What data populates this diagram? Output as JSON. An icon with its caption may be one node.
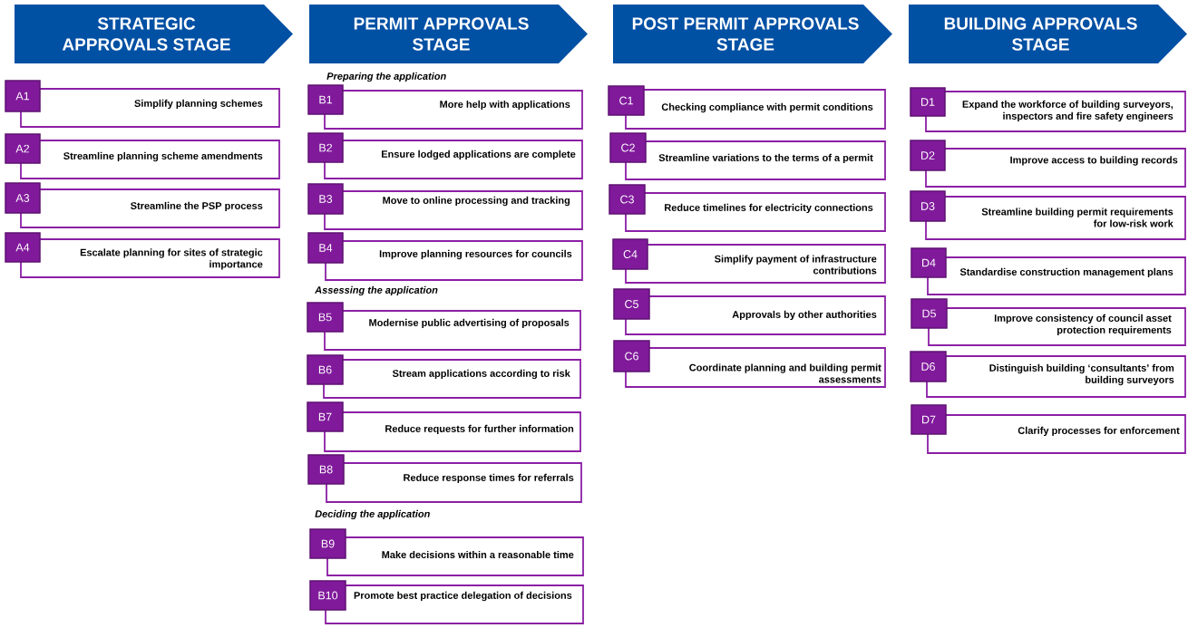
{
  "diagram": {
    "nodes": [
      {
        "text": [
          "STRATEGIC APPROVALS STAGE"
        ]
      },
      {
        "text": [
          "A1"
        ]
      },
      {
        "text": [
          "Simplify planning schemes"
        ]
      },
      {
        "text": [
          "A2"
        ]
      },
      {
        "text": [
          "Streamline planning scheme amendments"
        ]
      },
      {
        "text": [
          "A3"
        ]
      },
      {
        "text": [
          "Streamline the PSP process"
        ]
      },
      {
        "text": [
          "A4"
        ]
      },
      {
        "text": [
          "Escalate planning for sites of strategic importance"
        ]
      },
      {
        "text": [
          "PERMIT APPROVALS STAGE"
        ]
      },
      {
        "text": [
          "B1"
        ]
      },
      {
        "text": [
          "More help with applications"
        ]
      },
      {
        "text": [
          "B2"
        ]
      },
      {
        "text": [
          "Ensure lodged applications are complete"
        ]
      },
      {
        "text": [
          "B3"
        ]
      },
      {
        "text": [
          "Move to online processing and tracking"
        ]
      },
      {
        "text": [
          "B4"
        ]
      },
      {
        "text": [
          "Improve planning resources for councils"
        ]
      },
      {
        "text": [
          "B5"
        ]
      },
      {
        "text": [
          "Modernise public advertising of proposals"
        ]
      },
      {
        "text": [
          "B6"
        ]
      },
      {
        "text": [
          "Stream applications according to risk"
        ]
      },
      {
        "text": [
          "B7"
        ]
      },
      {
        "text": [
          "Reduce requests for further information"
        ]
      },
      {
        "text": [
          "B8"
        ]
      },
      {
        "text": [
          "Reduce response times for referrals"
        ]
      },
      {
        "text": [
          "B9"
        ]
      },
      {
        "text": [
          "Make decisions within a reasonable time"
        ]
      },
      {
        "text": [
          "B10"
        ]
      },
      {
        "text": [
          "Promote best practice delegation of decisions"
        ]
      },
      {
        "text": [
          "POST PERMIT APPROVALS STAGE"
        ]
      },
      {
        "text": [
          "C1"
        ]
      },
      {
        "text": [
          "Checking compliance with permit conditions"
        ]
      },
      {
        "text": [
          "C2"
        ]
      },
      {
        "text": [
          "Streamline variations to the terms of a permit"
        ]
      },
      {
        "text": [
          "C3"
        ]
      },
      {
        "text": [
          "Reduce timelines for electricity connections"
        ]
      },
      {
        "text": [
          "C4"
        ]
      },
      {
        "text": [
          "Simplify payment of infrastructure contributions"
        ]
      },
      {
        "text": [
          "C5"
        ]
      },
      {
        "text": [
          "Approvals by other authorities"
        ]
      },
      {
        "text": [
          "C6"
        ]
      },
      {
        "text": [
          "Coordinate planning and building permit assessments"
        ]
      },
      {
        "text": [
          "BUILDING APPROVALS STAGE"
        ]
      },
      {
        "text": [
          "D1"
        ]
      },
      {
        "text": [
          "Expand the workforce of building surveyors, inspectors and fire safety engineers"
        ]
      },
      {
        "text": [
          "D2"
        ]
      },
      {
        "text": [
          "Improve access to building records"
        ]
      },
      {
        "text": [
          "D3"
        ]
      },
      {
        "text": [
          "Streamline building permit requirements for low-risk work"
        ]
      },
      {
        "text": [
          "D4"
        ]
      },
      {
        "text": [
          "Standardise construction management plans"
        ]
      },
      {
        "text": [
          "D5"
        ]
      },
      {
        "text": [
          "Improve consistency of council asset protection requirements"
        ]
      },
      {
        "text": [
          "D6"
        ]
      },
      {
        "text": [
          "Distinguish building ‘consultants’ from building surveyors"
        ]
      },
      {
        "text": [
          "D7"
        ]
      },
      {
        "text": [
          "Clarify processes for enforcement"
        ]
      }
    ],
    "labels": [
      "Preparing the application",
      "Assessing the application",
      "Deciding the application"
    ]
  }
}
